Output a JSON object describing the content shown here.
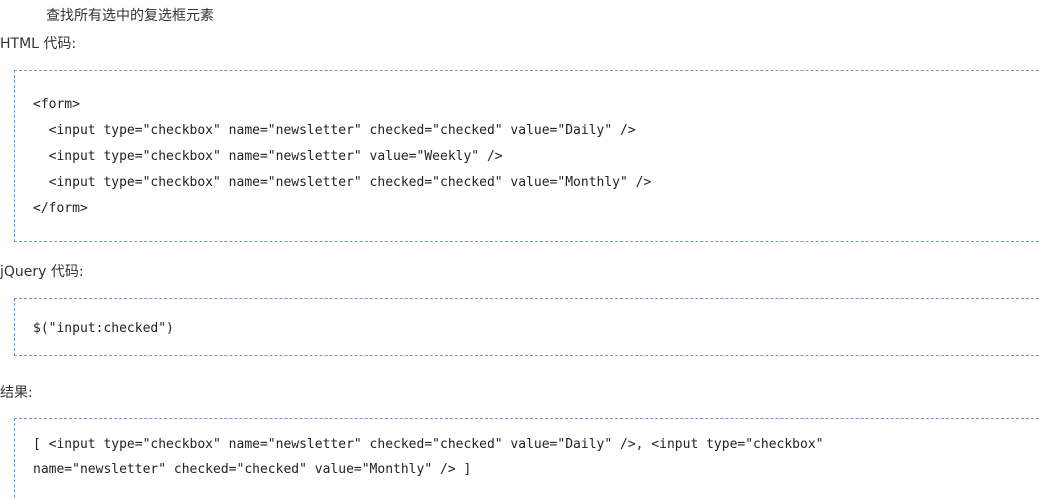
{
  "description": "查找所有选中的复选框元素",
  "html_section": {
    "label": "HTML 代码:",
    "lines": [
      "<form>",
      "  <input type=\"checkbox\" name=\"newsletter\" checked=\"checked\" value=\"Daily\" />",
      "  <input type=\"checkbox\" name=\"newsletter\" value=\"Weekly\" />",
      "  <input type=\"checkbox\" name=\"newsletter\" checked=\"checked\" value=\"Monthly\" />",
      "</form>"
    ]
  },
  "jquery_section": {
    "label": "jQuery 代码:",
    "lines": [
      "$(\"input:checked\")"
    ]
  },
  "result_section": {
    "label": "结果:",
    "lines": [
      "[ <input type=\"checkbox\" name=\"newsletter\" checked=\"checked\" value=\"Daily\" />, <input type=\"checkbox\"",
      "name=\"newsletter\" checked=\"checked\" value=\"Monthly\" /> ]"
    ]
  }
}
